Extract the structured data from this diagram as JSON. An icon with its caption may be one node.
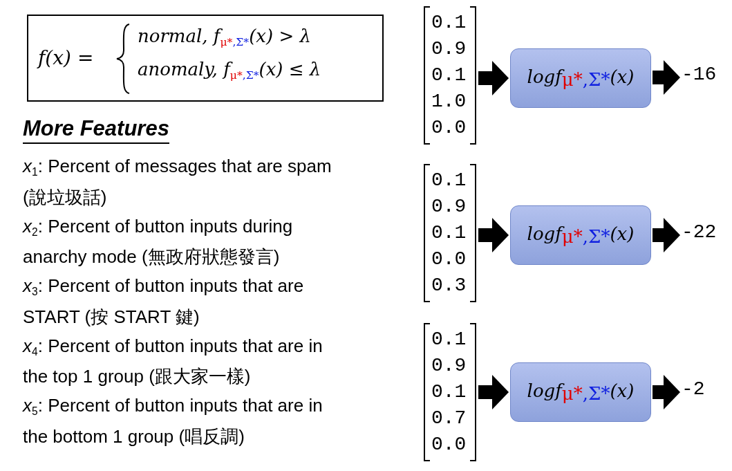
{
  "diagram": {
    "title": "More Features",
    "nodes": [
      {
        "text": [
          "f(x) =",
          "normal, f$_{μ*,Σ*}$(x) > λ",
          "anomaly, f$_{μ*,Σ*}$(x) ≤ λ"
        ]
      },
      {
        "text": [
          "0.1",
          "0.9",
          "0.1",
          "1.0",
          "0.0"
        ]
      },
      {
        "text": [
          "logf$_{μ*,Σ*}$(x)"
        ]
      },
      {
        "text": [
          "-16"
        ]
      },
      {
        "text": [
          "0.1",
          "0.9",
          "0.1",
          "0.0",
          "0.3"
        ]
      },
      {
        "text": [
          "logf$_{μ*,Σ*}$(x)"
        ]
      },
      {
        "text": [
          "-22"
        ]
      },
      {
        "text": [
          "0.1",
          "0.9",
          "0.1",
          "0.7",
          "0.0"
        ]
      },
      {
        "text": [
          "logf$_{μ*,Σ*}$(x)"
        ]
      },
      {
        "text": [
          "-2"
        ]
      }
    ],
    "edges": [
      {
        "from": 1,
        "to": 2,
        "arrow": "to"
      },
      {
        "from": 2,
        "to": 3,
        "arrow": "to"
      },
      {
        "from": 4,
        "to": 5,
        "arrow": "to"
      },
      {
        "from": 5,
        "to": 6,
        "arrow": "to"
      },
      {
        "from": 7,
        "to": 8,
        "arrow": "to"
      },
      {
        "from": 8,
        "to": 9,
        "arrow": "to"
      }
    ],
    "labels": [
      "*x*$_{1}$: Percent of messages that are spam (說垃圾話)",
      "*x*$_{2}$: Percent of button inputs during anarchy mode (無政府狀態發言)",
      "*x*$_{3}$: Percent of button inputs that are START (按 START 鍵)",
      "*x*$_{4}$: Percent of button inputs that are in the top 1 group (跟大家一樣)",
      "*x*$_{5}$: Percent of button inputs that are in the bottom 1 group (唱反調)"
    ]
  }
}
